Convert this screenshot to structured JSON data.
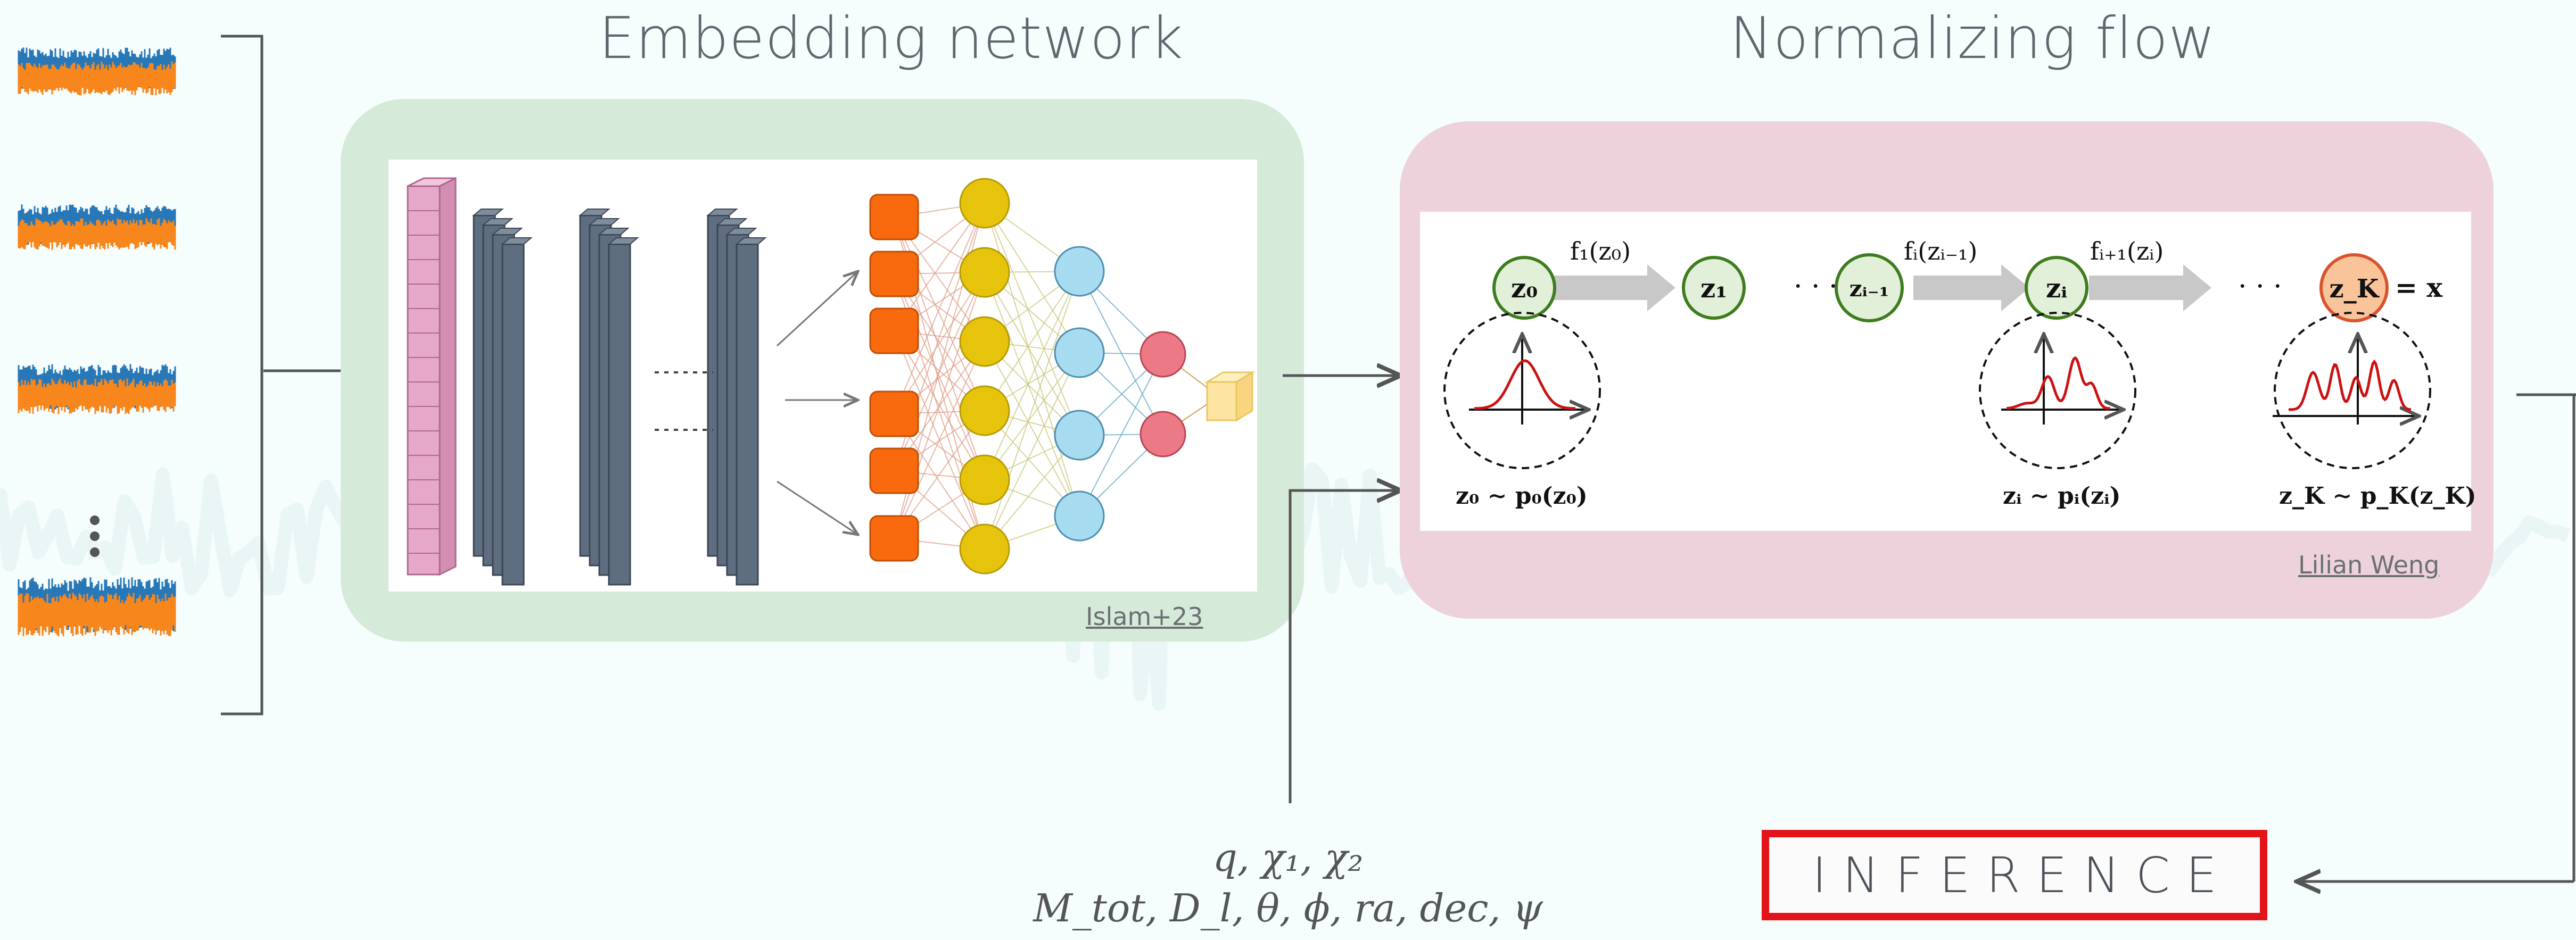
{
  "titles": {
    "embedding": "Embedding network",
    "flow": "Normalizing flow"
  },
  "credits": {
    "embedding": "Islam+23",
    "flow": "Lilian Weng"
  },
  "flow_nodes": [
    "z0",
    "z1",
    "zi-1",
    "zi",
    "zK"
  ],
  "flow_labels": {
    "z0": "z₀",
    "z1": "z₁",
    "zim1": "zᵢ₋₁",
    "zi": "zᵢ",
    "zK": "z_K",
    "eq_x": "= x",
    "f1": "f₁(z₀)",
    "fi": "fᵢ(zᵢ₋₁)",
    "fi1": "fᵢ₊₁(zᵢ)",
    "dist0": "z₀ ∼ p₀(z₀)",
    "disti": "zᵢ ∼ pᵢ(zᵢ)",
    "distK": "z_K ∼ p_K(z_K)",
    "dots": "· · ·"
  },
  "parameters": {
    "line1": "q, χ₁, χ₂",
    "line2": "M_tot, D_l, θ, ϕ, ra, dec, ψ"
  },
  "output": {
    "label": "INFERENCE"
  },
  "colors": {
    "strain_blue": "#2878b8",
    "strain_orange": "#f7861c",
    "embed_panel": "#d6ead9",
    "flow_panel": "#edd2dc",
    "inference_border": "#e3131a",
    "node_green": "#e2f0d9",
    "node_green_stroke": "#3e7d1e",
    "node_orange": "#f9c49a",
    "node_orange_stroke": "#d9532c",
    "density_red": "#cc1111"
  }
}
